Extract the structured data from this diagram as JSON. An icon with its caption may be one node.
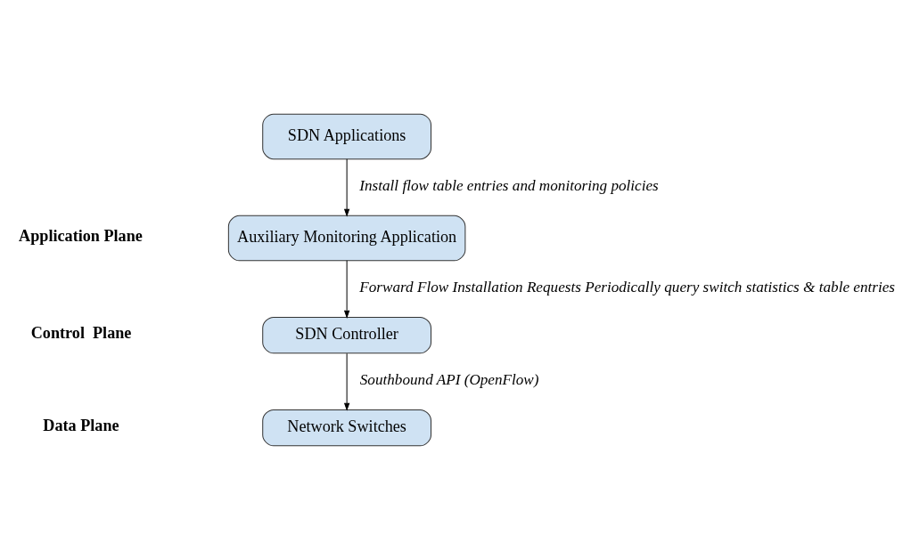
{
  "diagram": {
    "nodes": [
      {
        "text": [
          "SDN Applications"
        ]
      },
      {
        "text": [
          "Auxiliary Monitoring Application"
        ]
      },
      {
        "text": [
          "SDN Controller"
        ]
      },
      {
        "text": [
          "Network Switches"
        ]
      }
    ],
    "edges": [
      {
        "from": 0,
        "to": 1,
        "arrow": "to",
        "label": "Install flow table entries and monitoring policies"
      },
      {
        "from": 1,
        "to": 2,
        "arrow": "to",
        "label": "Forward Flow Installation Requests Periodically query switch statistics & table entries"
      },
      {
        "from": 2,
        "to": 3,
        "arrow": "to",
        "label": "Southbound API (OpenFlow)"
      }
    ],
    "labels": [
      "Application Plane",
      "Control  Plane",
      "Data Plane"
    ]
  }
}
